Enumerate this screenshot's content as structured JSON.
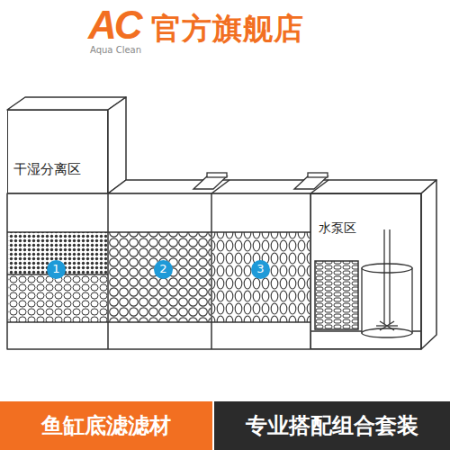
{
  "diagram": {
    "nodes": [
      {
        "text": [
          "干湿分离区"
        ]
      },
      {
        "text": [
          "1"
        ]
      },
      {
        "text": [
          "2"
        ]
      },
      {
        "text": [
          "3"
        ]
      },
      {
        "text": [
          "水泵区"
        ]
      },
      {
        "text": [
          "鱼缸底滤滤材"
        ]
      },
      {
        "text": [
          "专业搭配组合套装"
        ]
      }
    ],
    "labels": [
      "AC",
      "Aqua Clean",
      "官方旗舰店"
    ]
  }
}
